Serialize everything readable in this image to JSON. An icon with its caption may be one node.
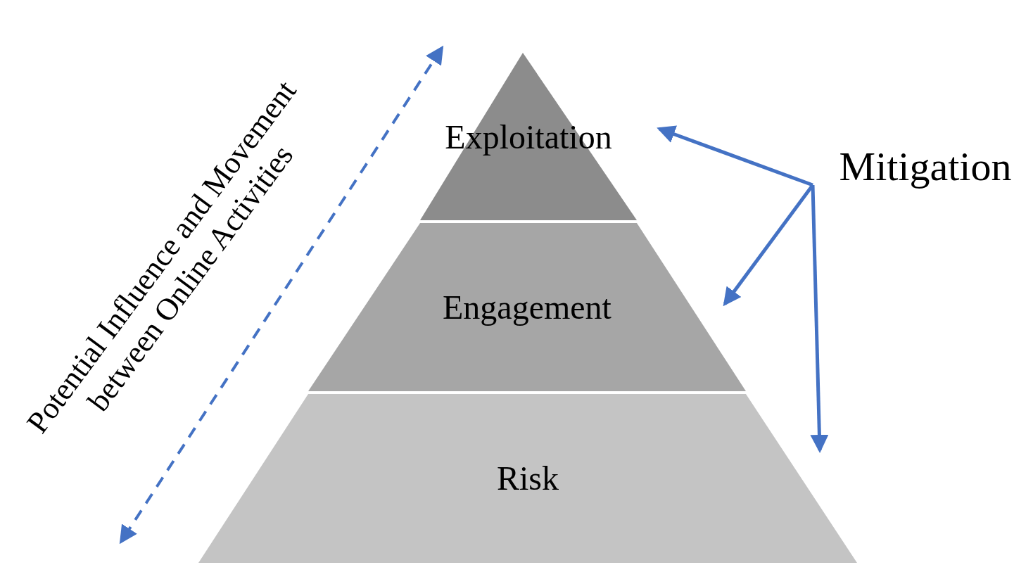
{
  "diagram": {
    "nodes": [
      {
        "text": [
          "Exploitation"
        ]
      },
      {
        "text": [
          "Engagement"
        ]
      },
      {
        "text": [
          "Risk"
        ]
      },
      {
        "text": [
          "Mitigation"
        ]
      }
    ],
    "edges": [
      {
        "from": 3,
        "to": 0,
        "arrow": "to"
      },
      {
        "from": 3,
        "to": 1,
        "arrow": "to"
      },
      {
        "from": 3,
        "to": 2,
        "arrow": "to"
      }
    ],
    "labels": [
      "Potential Influence and Movement between Online Activities"
    ]
  }
}
